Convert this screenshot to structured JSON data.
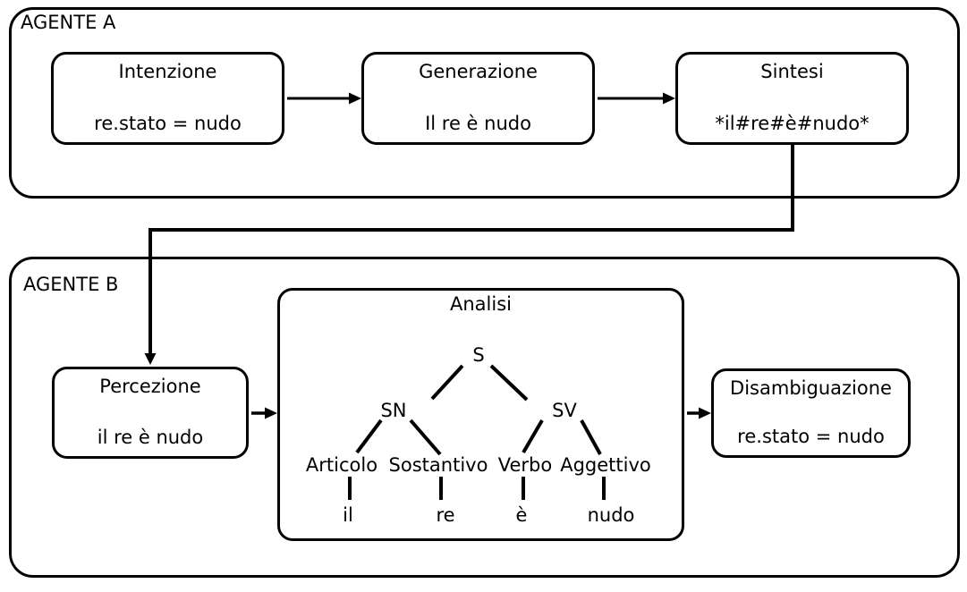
{
  "agent_a": {
    "label": "AGENTE A",
    "intention": {
      "title": "Intenzione",
      "value": "re.stato = nudo"
    },
    "generation": {
      "title": "Generazione",
      "value": "Il re è nudo"
    },
    "synthesis": {
      "title": "Sintesi",
      "value": "*il#re#è#nudo*"
    }
  },
  "agent_b": {
    "label": "AGENTE B",
    "perception": {
      "title": "Percezione",
      "value": "il re è nudo"
    },
    "analysis": {
      "title": "Analisi",
      "tree": {
        "root": "S",
        "phrases": [
          "SN",
          "SV"
        ],
        "categories": [
          "Articolo",
          "Sostantivo",
          "Verbo",
          "Aggettivo"
        ],
        "words": [
          "il",
          "re",
          "è",
          "nudo"
        ]
      }
    },
    "disambiguation": {
      "title": "Disambiguazione",
      "value": "re.stato = nudo"
    }
  },
  "colors": {
    "line": "#000000",
    "background": "#ffffff"
  }
}
